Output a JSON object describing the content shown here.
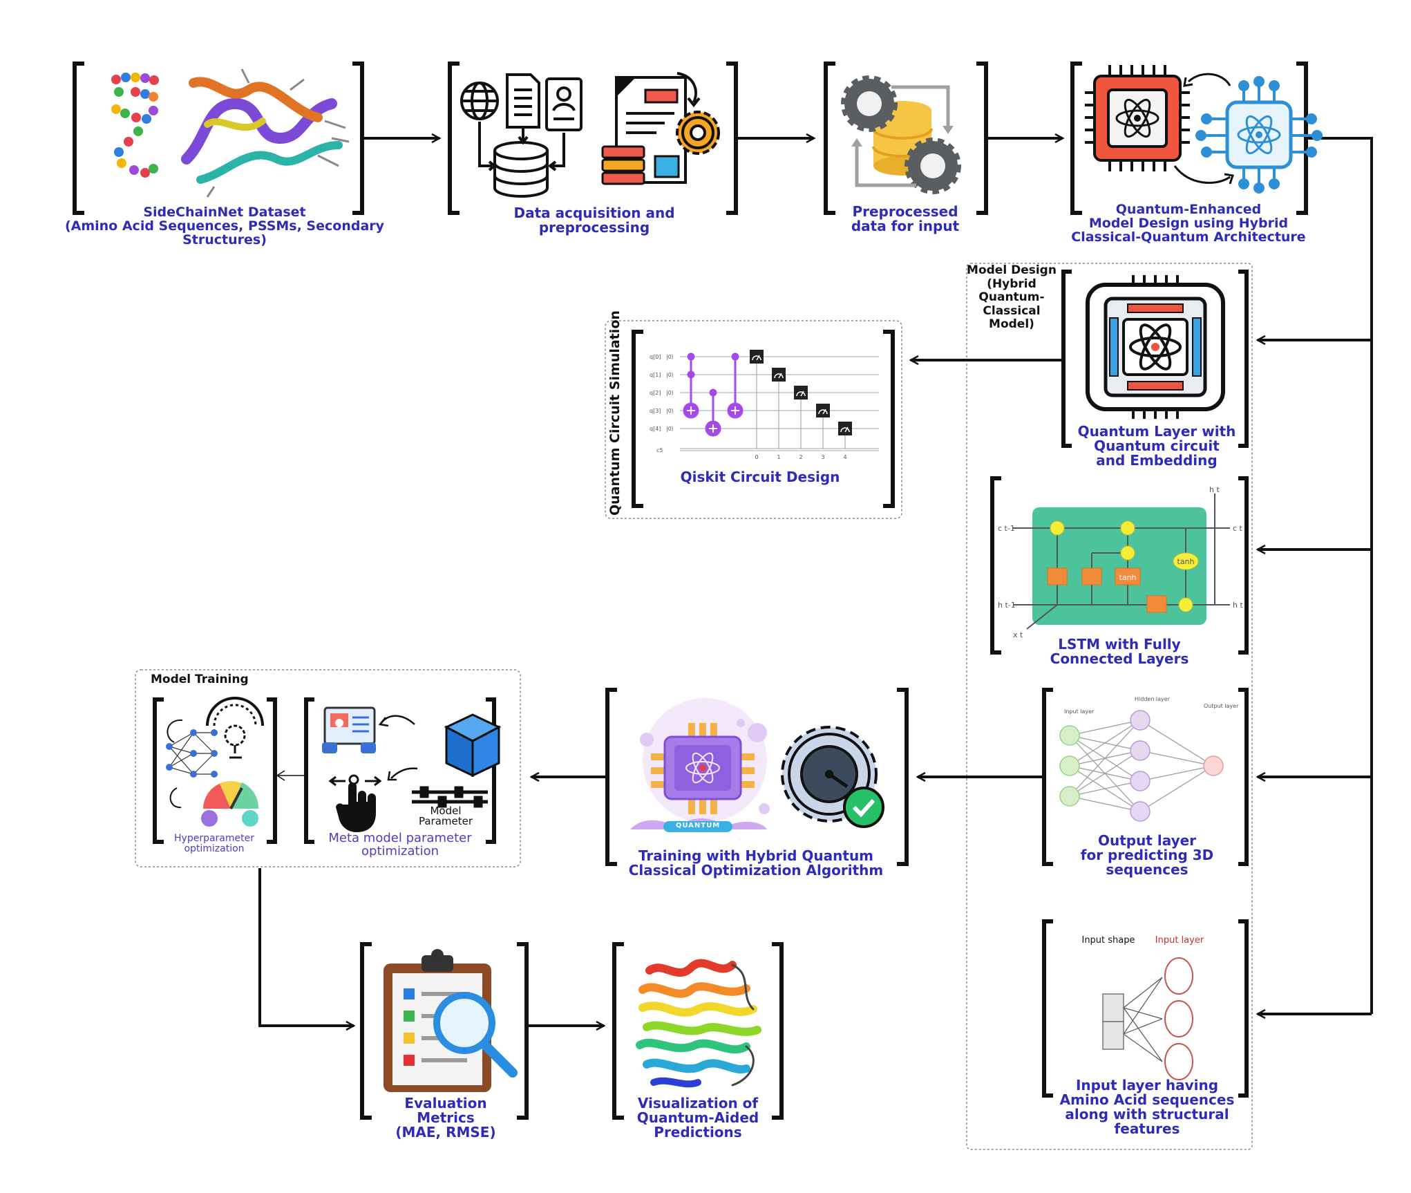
{
  "colors": {
    "caption": "#2d2bb8",
    "arrow": "#111111",
    "lstm_cell": "#4cc39a",
    "gate": "#f08c3a",
    "qubit_gate": "#a54ae8"
  },
  "nodes": {
    "dataset": {
      "lines": [
        "SideChainNet Dataset",
        "(Amino Acid Sequences, PSSMs, Secondary",
        "Structures)"
      ]
    },
    "acquisition": {
      "lines": [
        "Data acquisition and",
        "preprocessing"
      ]
    },
    "preprocessed": {
      "lines": [
        "Preprocessed",
        "data for input"
      ]
    },
    "quantum_model": {
      "lines": [
        "Quantum-Enhanced",
        "Model Design using Hybrid",
        "Classical-Quantum Architecture"
      ]
    },
    "quantum_layer": {
      "lines": [
        "Quantum Layer with",
        "Quantum circuit",
        "and Embedding"
      ]
    },
    "lstm": {
      "lines": [
        "LSTM with Fully",
        "Connected Layers"
      ]
    },
    "output_layer": {
      "lines": [
        "Output layer",
        "for predicting 3D",
        "sequences"
      ]
    },
    "input_layer": {
      "lines": [
        "Input layer having",
        "Amino Acid sequences",
        "along with structural",
        "features"
      ]
    },
    "qiskit": {
      "label": "Qiskit Circuit Design"
    },
    "training": {
      "lines": [
        "Training with Hybrid Quantum",
        "Classical Optimization Algorithm"
      ]
    },
    "hyperparam": {
      "lines": [
        "Hyperparameter",
        "optimization"
      ]
    },
    "meta": {
      "lines": [
        "Meta model parameter",
        "optimization"
      ]
    },
    "evaluation": {
      "lines": [
        "Evaluation",
        "Metrics",
        "(MAE, RMSE)"
      ]
    },
    "visualization": {
      "lines": [
        "Visualization of",
        "Quantum-Aided",
        "Predictions"
      ]
    }
  },
  "groups": {
    "model_design": {
      "lines": [
        "Model Design",
        "(Hybrid",
        "Quantum-",
        "Classical",
        "Model)"
      ]
    },
    "quantum_sim": {
      "label": "Quantum Circuit Simulation"
    },
    "model_training": {
      "label": "Model Training"
    }
  },
  "icon_text": {
    "model_parameter": [
      "Model",
      "Parameter"
    ],
    "quantum_chip": "QUANTUM",
    "input_shape": "Input shape",
    "input_layer": "Input layer",
    "nn_input_layer": "Input layer",
    "nn_hidden_layer": "Hidden layer",
    "nn_output_layer": "Output layer",
    "tanh": "tanh"
  },
  "qubits": [
    "q[0]",
    "q[1]",
    "q[2]",
    "q[3]",
    "q[4]"
  ],
  "qubit_init": "|0⟩",
  "classical_register": "c5",
  "measure_indices": [
    "0",
    "1",
    "2",
    "3",
    "4"
  ],
  "lstm_labels": {
    "c_prev": "c t-1",
    "h_prev": "h t-1",
    "x": "x t",
    "c_next": "c t",
    "h_next": "h t",
    "h_top": "h t"
  },
  "icons": [
    "sequence-icon",
    "protein-helix-icon",
    "globe-icon",
    "document-icon",
    "database-icon",
    "id-card-icon",
    "report-icon",
    "gear-icon",
    "quantum-chip-icon",
    "atom-icon",
    "lstm-cell-icon",
    "neural-network-icon",
    "gauge-icon",
    "cube-icon",
    "hand-pointer-icon",
    "clipboard-icon",
    "magnifier-icon",
    "protein-structure-icon"
  ]
}
